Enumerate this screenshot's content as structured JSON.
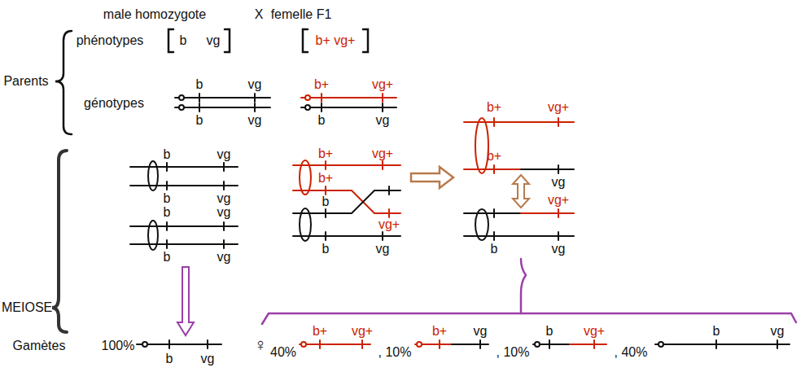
{
  "diagram": {
    "labels": [
      "male homozygote",
      "X",
      "femelle F1",
      "Parents",
      "phénotypes",
      "b",
      "vg",
      "b+ vg+",
      "génotypes",
      "b",
      "vg",
      "b",
      "vg",
      "b+",
      "vg+",
      "b",
      "vg",
      "MEIOSE",
      "b",
      "vg",
      "b",
      "vg",
      "b",
      "vg",
      "b",
      "vg",
      "b+",
      "vg+",
      "b+",
      "b",
      "vg+",
      "b",
      "vg",
      "b+",
      "vg+",
      "b+",
      "vg",
      "vg+",
      "b",
      "vg",
      "Gamètes",
      "100%",
      "b",
      "vg",
      "♀",
      "40%",
      "b+",
      "vg+",
      ", 10%",
      "b+",
      "vg",
      ", 10%",
      "b",
      "vg+",
      ", 40%",
      "b",
      "vg"
    ]
  }
}
